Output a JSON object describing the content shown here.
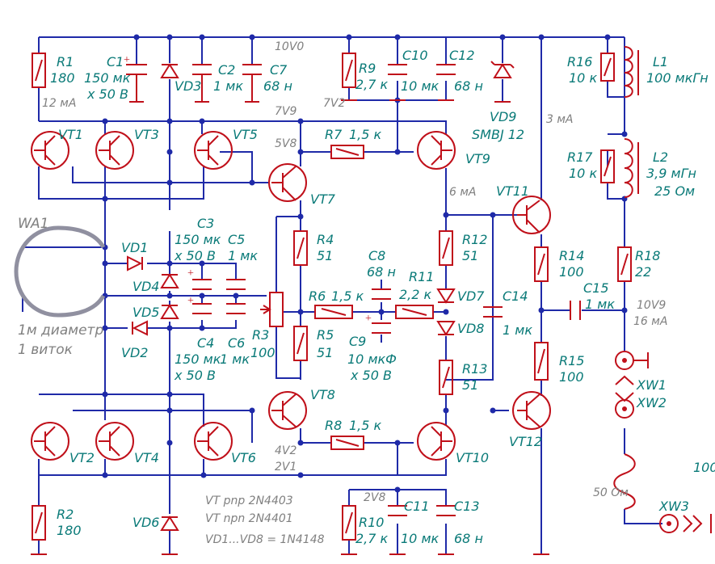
{
  "components": {
    "R1": [
      "R1",
      "180"
    ],
    "R2": [
      "R2",
      "180"
    ],
    "R3": [
      "R3",
      "100"
    ],
    "R4": [
      "R4",
      "51"
    ],
    "R5": [
      "R5",
      "51"
    ],
    "R6": [
      "R6",
      "1,5 к"
    ],
    "R7": [
      "R7",
      "1,5 к"
    ],
    "R8": [
      "R8",
      "1,5 к"
    ],
    "R9": [
      "R9",
      "2,7 к"
    ],
    "R10": [
      "R10",
      "2,7 к"
    ],
    "R11": [
      "R11",
      "2,2 к"
    ],
    "R12": [
      "R12",
      "51"
    ],
    "R13": [
      "R13",
      "51"
    ],
    "R14": [
      "R14",
      "100"
    ],
    "R15": [
      "R15",
      "100"
    ],
    "R16": [
      "R16",
      "10 к"
    ],
    "R17": [
      "R17",
      "10 к"
    ],
    "R18": [
      "R18",
      "22"
    ],
    "C1": [
      "C1",
      "150 мк",
      "х 50 В"
    ],
    "C2": [
      "C2",
      "1 мк"
    ],
    "C3": [
      "C3",
      "150 мк",
      "х 50 В"
    ],
    "C4": [
      "C4",
      "150 мк",
      "х 50 В"
    ],
    "C5": [
      "C5",
      "1 мк"
    ],
    "C6": [
      "C6",
      "1 мк"
    ],
    "C7": [
      "C7",
      "68 н"
    ],
    "C8": [
      "C8",
      "68 н"
    ],
    "C9": [
      "C9",
      "10 мкФ",
      "х 50 В"
    ],
    "C10": [
      "C10",
      "10 мк"
    ],
    "C11": [
      "C11",
      "10 мк"
    ],
    "C12": [
      "C12",
      "68 н"
    ],
    "C13": [
      "C13",
      "68 н"
    ],
    "C14": [
      "C14",
      "1 мк"
    ],
    "C15": [
      "C15",
      "1 мк"
    ],
    "L1": [
      "L1",
      "100 мкГн"
    ],
    "L2": [
      "L2",
      "3,9 мГн",
      "25 Ом"
    ],
    "VT1": "VT1",
    "VT2": "VT2",
    "VT3": "VT3",
    "VT4": "VT4",
    "VT5": "VT5",
    "VT6": "VT6",
    "VT7": "VT7",
    "VT8": "VT8",
    "VT9": "VT9",
    "VT10": "VT10",
    "VT11": "VT11",
    "VT12": "VT12",
    "VD1": "VD1",
    "VD2": "VD2",
    "VD3": "VD3",
    "VD4": "VD4",
    "VD5": "VD5",
    "VD6": "VD6",
    "VD7": "VD7",
    "VD8": "VD8",
    "VD9": [
      "VD9",
      "SMBJ 12"
    ],
    "XW1": "XW1",
    "XW2": "XW2",
    "XW3": "XW3",
    "WA1": "WA1"
  },
  "annotations": {
    "v10v0": "10V0",
    "v7v9": "7V9",
    "v7v2": "7V2",
    "v5v8": "5V8",
    "v4v2": "4V2",
    "v2v1": "2V1",
    "v2v8": "2V8",
    "v10v9": "10V9",
    "i12ma": "12 мА",
    "i3ma": "3 мА",
    "i6ma": "6 мА",
    "i16ma": "16 мА",
    "antenna_size": "1м диаметр",
    "antenna_turns": "1 виток",
    "line_impedance": "50 Ом",
    "right_edge": "100",
    "note_pnp": "VT pnp 2N4403",
    "note_npn": "VT npn 2N4401",
    "note_diodes": "VD1...VD8 = 1N4148"
  },
  "colors": {
    "wire": "#1f2aa8",
    "component": "#c0101a",
    "label": "#0a7a78",
    "note": "#808080"
  }
}
